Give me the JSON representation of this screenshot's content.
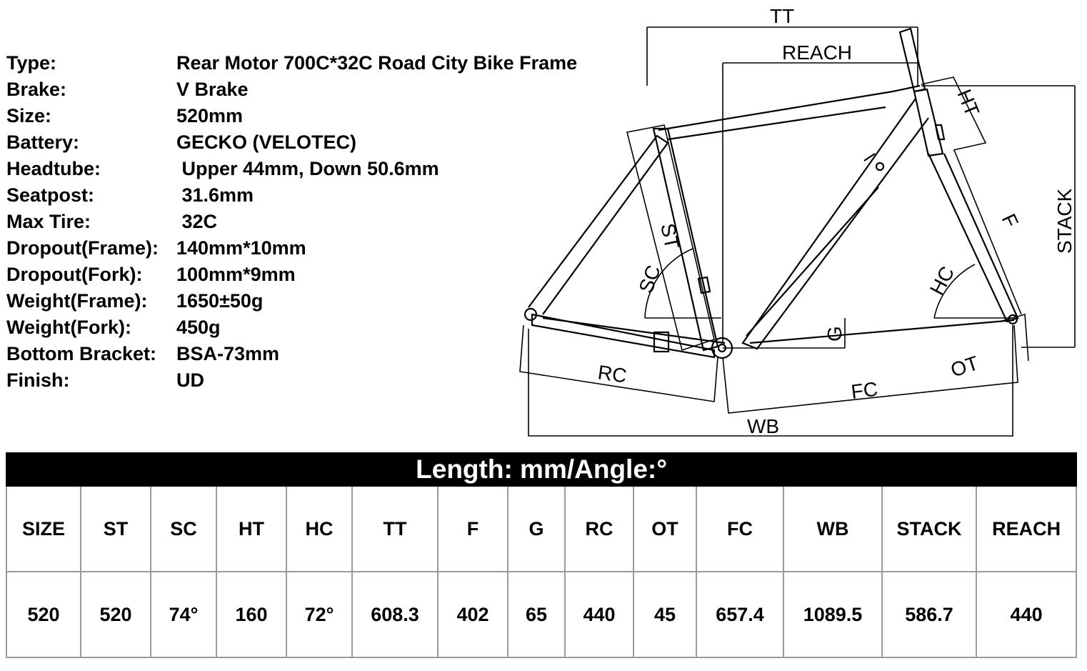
{
  "specs": [
    {
      "label": "Type:",
      "value": "Rear Motor 700C*32C Road City Bike Frame"
    },
    {
      "label": "Brake:",
      "value": "V Brake"
    },
    {
      "label": "Size:",
      "value": "520mm"
    },
    {
      "label": "Battery:",
      "value": "GECKO (VELOTEC)"
    },
    {
      "label": "Headtube:",
      "value": " Upper 44mm, Down 50.6mm"
    },
    {
      "label": "Seatpost:",
      "value": " 31.6mm"
    },
    {
      "label": "Max Tire:",
      "value": " 32C"
    },
    {
      "label": "Dropout(Frame):",
      "value": "140mm*10mm"
    },
    {
      "label": "Dropout(Fork):",
      "value": "100mm*9mm"
    },
    {
      "label": "Weight(Frame):",
      "value": "1650±50g"
    },
    {
      "label": "Weight(Fork):",
      "value": "450g"
    },
    {
      "label": "Bottom Bracket:",
      "value": "BSA-73mm"
    },
    {
      "label": "Finish:",
      "value": "UD"
    }
  ],
  "diagram": {
    "labels": {
      "tt": "TT",
      "reach": "REACH",
      "ht": "HT",
      "stack": "STACK",
      "f": "F",
      "st": "ST",
      "sc": "SC",
      "hc": "HC",
      "g": "G",
      "rc": "RC",
      "ot": "OT",
      "fc": "FC",
      "wb": "WB"
    }
  },
  "table": {
    "title": "Length: mm/Angle:°",
    "headers": [
      "SIZE",
      "ST",
      "SC",
      "HT",
      "HC",
      "TT",
      "F",
      "G",
      "RC",
      "OT",
      "FC",
      "WB",
      "STACK",
      "REACH"
    ],
    "values": [
      "520",
      "520",
      "74°",
      "160",
      "72°",
      "608.3",
      "402",
      "65",
      "440",
      "45",
      "657.4",
      "1089.5",
      "586.7",
      "440"
    ]
  }
}
